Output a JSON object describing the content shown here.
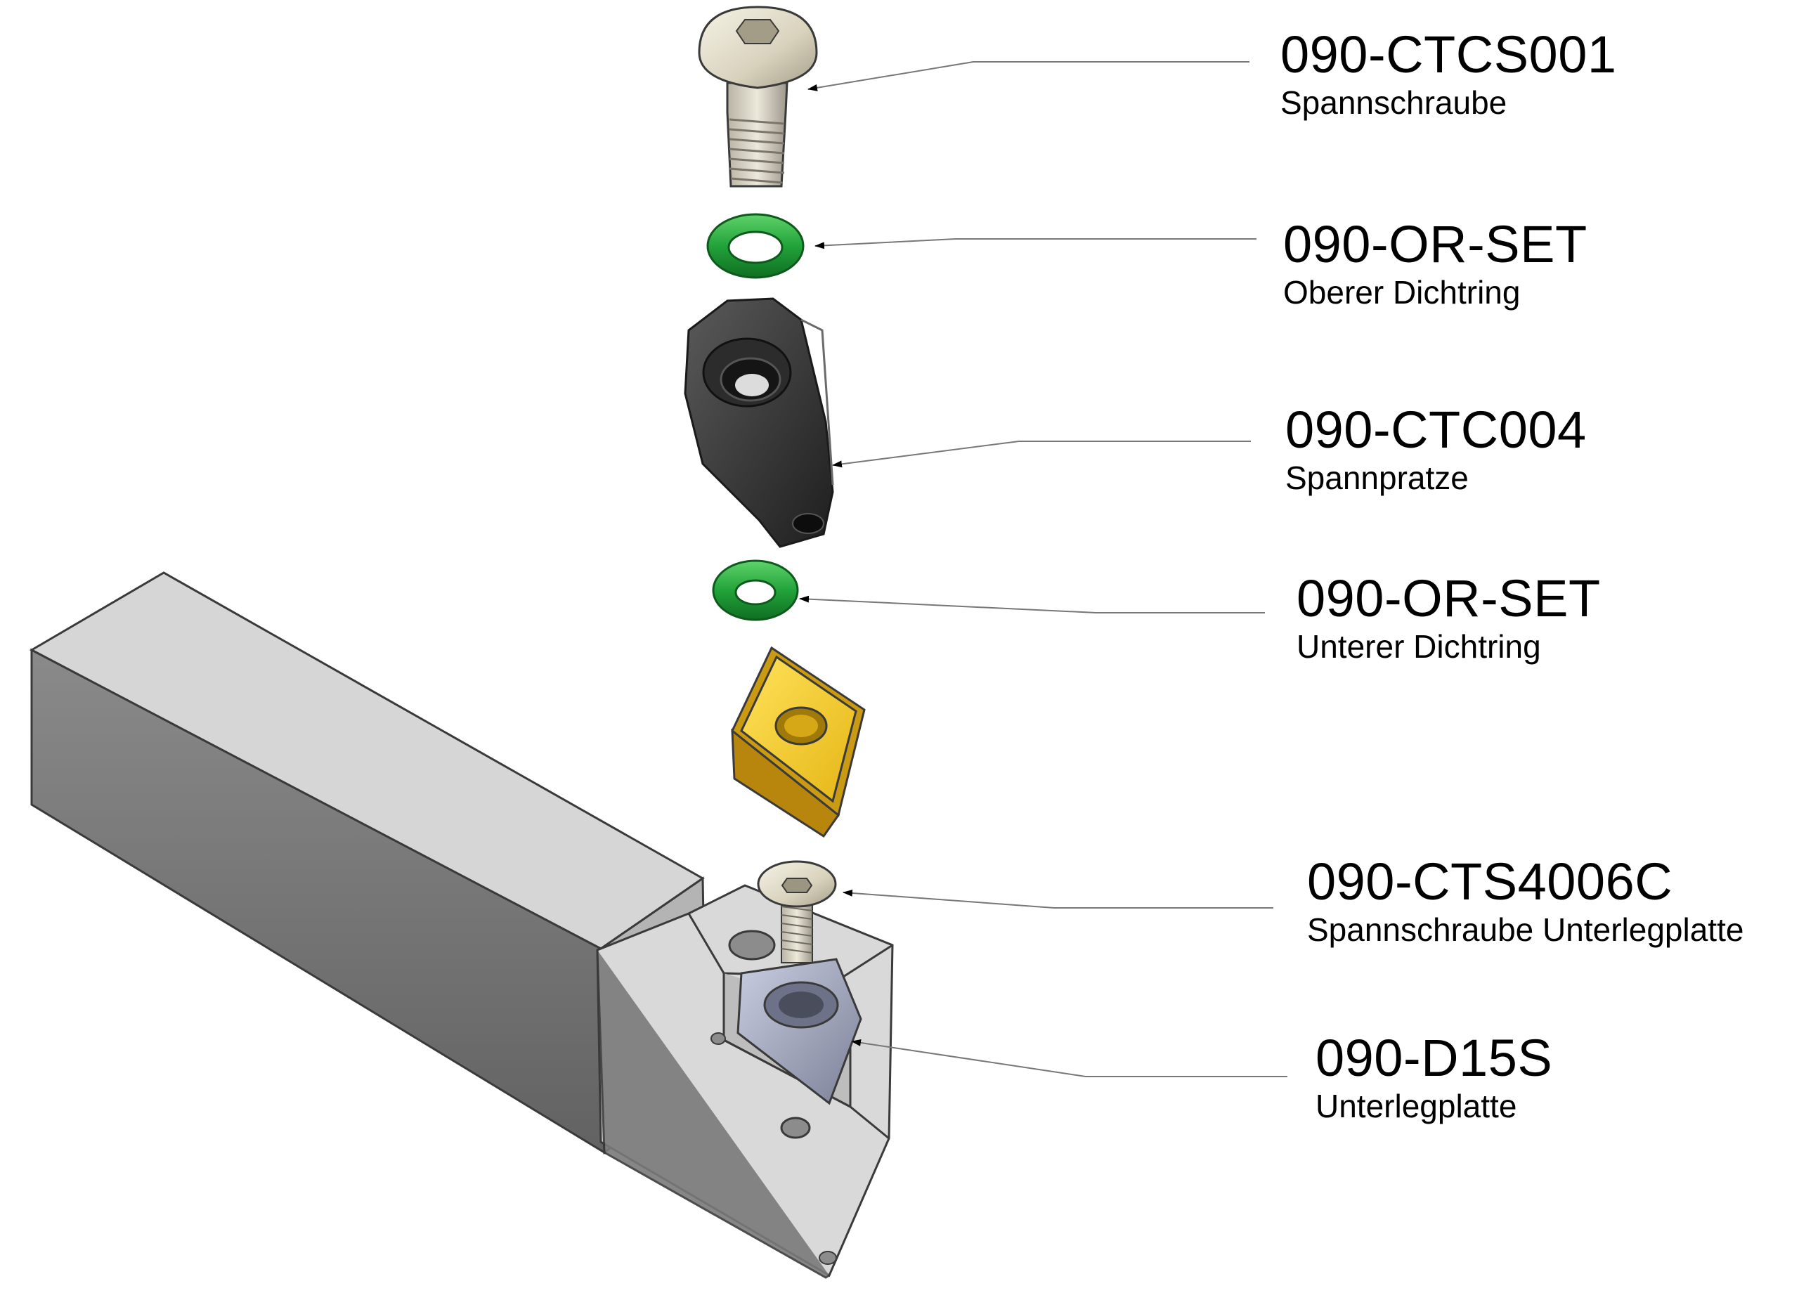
{
  "parts": [
    {
      "code": "090-CTCS001",
      "desc": "Spannschraube"
    },
    {
      "code": "090-OR-SET",
      "desc": "Oberer Dichtring"
    },
    {
      "code": "090-CTC004",
      "desc": "Spannpratze"
    },
    {
      "code": "090-OR-SET",
      "desc": "Unterer Dichtring"
    },
    {
      "code": "090-CTS4006C",
      "desc": "Spannschraube Unterlegplatte"
    },
    {
      "code": "090-D15S",
      "desc": "Unterlegplatte"
    }
  ],
  "colors": {
    "o_ring": "#22a33a",
    "insert": "#e8c21e",
    "clamp": "#3a3a3a",
    "holder": "#bdbdbd",
    "shim": "#9aa0b4"
  }
}
